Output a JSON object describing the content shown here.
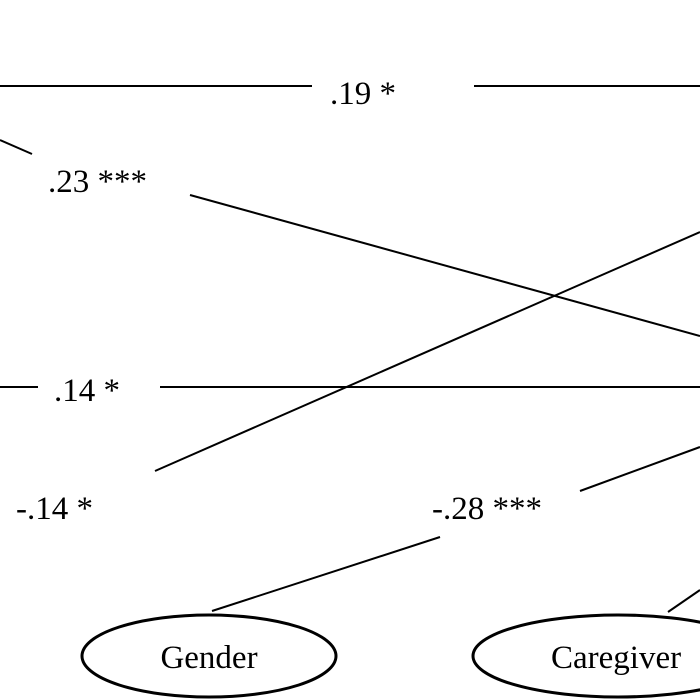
{
  "coefficients": {
    "c1": ".19 *",
    "c2": ".23 ***",
    "c3": ".14 *",
    "c4": "-.14 *",
    "c5": "-.28 ***"
  },
  "nodes": {
    "gender": "Gender",
    "caregiver": "Caregiver"
  }
}
